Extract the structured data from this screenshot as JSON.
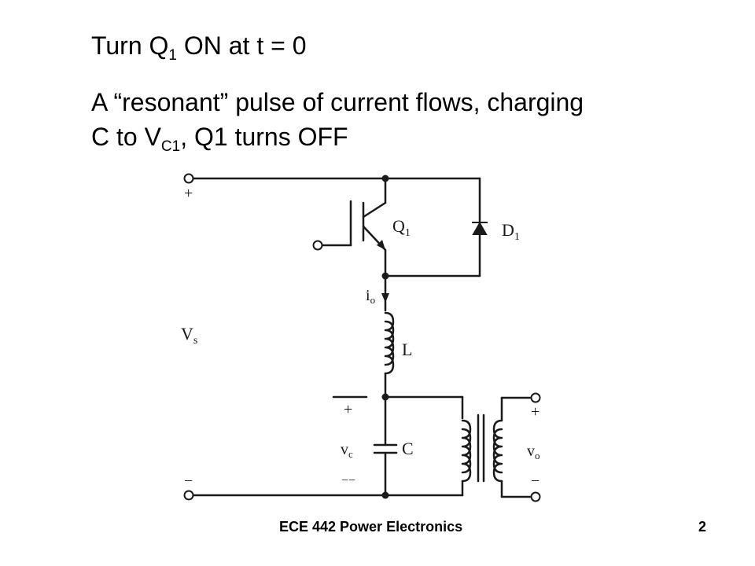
{
  "heading": {
    "line1_a": "Turn Q",
    "line1_sub": "1",
    "line1_b": " ON at t = 0",
    "line2": "A “resonant” pulse of current flows, charging",
    "line3_a": "C to V",
    "line3_sub": "C1",
    "line3_b": ", Q1 turns OFF"
  },
  "circuit": {
    "vs_plus": "+",
    "vs_label": "V",
    "vs_label_sub": "s",
    "vs_minus": "−",
    "q1_label": "Q",
    "q1_sub": "1",
    "d1_label": "D",
    "d1_sub": "1",
    "io_label": "i",
    "io_sub": "o",
    "l_label": "L",
    "c_label": "C",
    "vc_label": "v",
    "vc_sub": "c",
    "vc_plus": "+",
    "vc_minus": "−−",
    "vo_label": "v",
    "vo_sub": "o",
    "vo_plus": "+",
    "vo_minus": "−"
  },
  "footer": {
    "course": "ECE 442 Power Electronics",
    "page": "2"
  }
}
